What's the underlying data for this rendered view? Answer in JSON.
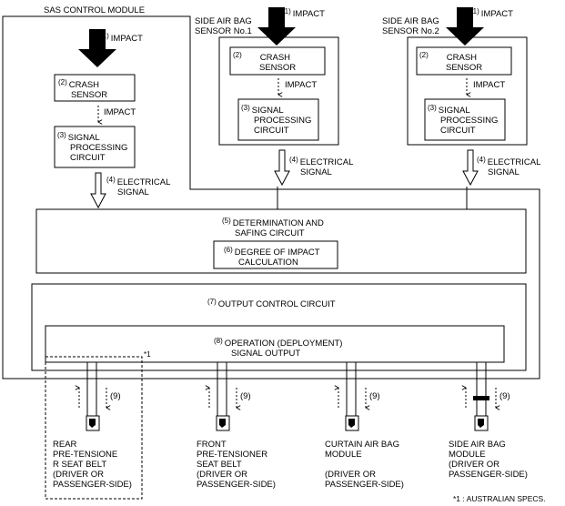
{
  "module_title": "SAS CONTROL MODULE",
  "impact": {
    "num": "(1)",
    "label": "IMPACT"
  },
  "sensor_small_impact": "IMPACT",
  "crash_sensor": {
    "num": "(2)",
    "line1": "CRASH",
    "line2": "SENSOR"
  },
  "signal_processing": {
    "num": "(3)",
    "line1": "SIGNAL",
    "line2": "PROCESSING",
    "line3": "CIRCUIT"
  },
  "electrical_signal": {
    "num": "(4)",
    "line1": "ELECTRICAL",
    "line2": "SIGNAL"
  },
  "side_sensor_1": {
    "line1": "SIDE AIR BAG",
    "line2": "SENSOR No.1"
  },
  "side_sensor_2": {
    "line1": "SIDE AIR BAG",
    "line2": "SENSOR No.2"
  },
  "determination": {
    "num": "(5)",
    "line1": "DETERMINATION AND",
    "line2": "SAFING CIRCUIT"
  },
  "degree": {
    "num": "(6)",
    "line1": "DEGREE OF IMPACT",
    "line2": "CALCULATION"
  },
  "output_control": {
    "num": "(7)",
    "label": "OUTPUT CONTROL  CIRCUIT"
  },
  "operation": {
    "num": "(8)",
    "line1": "OPERATION (DEPLOYMENT)",
    "line2": "SIGNAL OUTPUT"
  },
  "feedback_num": "(9)",
  "footnote_marker": "*1",
  "devices": [
    {
      "lines": [
        "REAR",
        "PRE-TENSIONE",
        "R SEAT BELT",
        "(DRIVER OR",
        "PASSENGER-SIDE)"
      ]
    },
    {
      "lines": [
        "FRONT",
        "PRE-TENSIONER",
        "SEAT BELT",
        "(DRIVER OR",
        "PASSENGER-SIDE)"
      ]
    },
    {
      "lines": [
        "CURTAIN AIR BAG",
        "MODULE",
        "",
        "(DRIVER OR",
        "PASSENGER-SIDE)"
      ]
    },
    {
      "lines": [
        "SIDE AIR BAG",
        "MODULE",
        "(DRIVER OR",
        "PASSENGER-SIDE)"
      ]
    }
  ],
  "footnote": "*1 : AUSTRALIAN SPECS."
}
